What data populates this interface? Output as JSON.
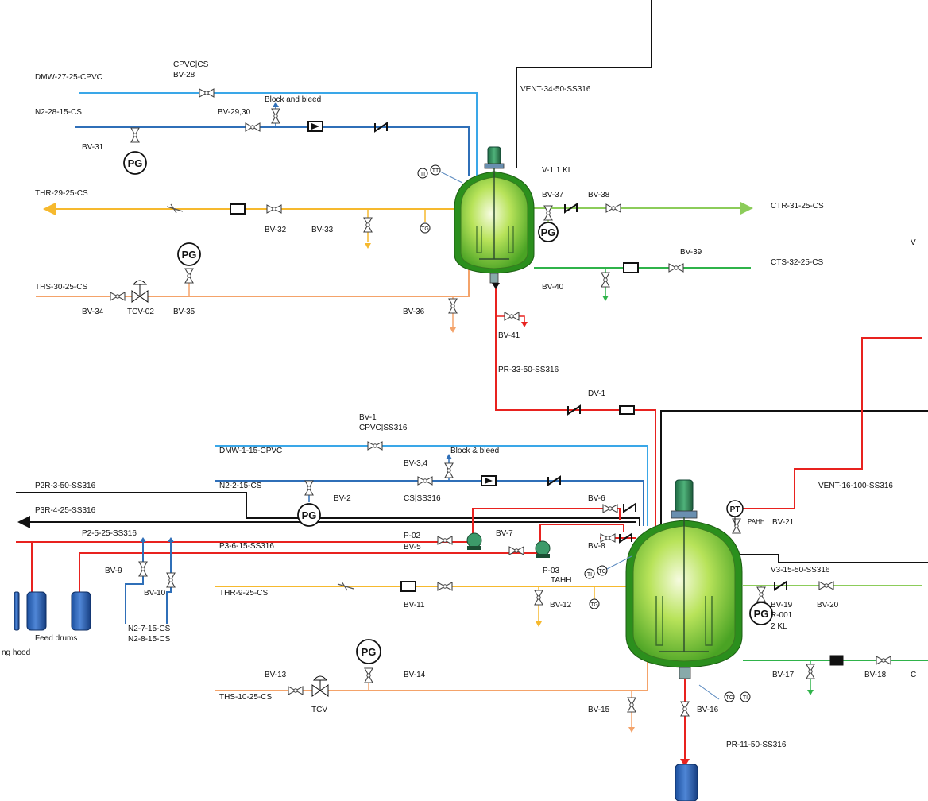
{
  "colors": {
    "dmw": "#3aa7e8",
    "n2": "#2f6fb8",
    "thr": "#f6b92e",
    "ths": "#f4a36a",
    "ctr": "#8ccc5a",
    "cts": "#2fb34a",
    "process": "#e8221f",
    "vent": "#111111"
  },
  "labels": {
    "dmw27": "DMW-27-25-CPVC",
    "cpvc_cs": "CPVC|CS",
    "bv28": "BV-28",
    "block_and_bleed": "Block and bleed",
    "n228": "N2-28-15-CS",
    "bv2930": "BV-29,30",
    "bv31": "BV-31",
    "vent34": "VENT-34-50-SS316",
    "v1": "V-1 1 KL",
    "thr29": "THR-29-25-CS",
    "bv32": "BV-32",
    "bv33": "BV-33",
    "bv37": "BV-37",
    "bv38": "BV-38",
    "ctr31": "CTR-31-25-CS",
    "bv39": "BV-39",
    "cts32": "CTS-32-25-CS",
    "ths30": "THS-30-25-CS",
    "bv34": "BV-34",
    "tcv02": "TCV-02",
    "bv35": "BV-35",
    "bv36": "BV-36",
    "bv40": "BV-40",
    "bv41": "BV-41",
    "pr33": "PR-33-50-SS316",
    "dv1": "DV-1",
    "bv1": "BV-1",
    "cpvc_ss316": "CPVC|SS316",
    "dmw1": "DMW-1-15-CPVC",
    "block_bleed": "Block & bleed",
    "bv34b": "BV-3,4",
    "p2r": "P2R-3-50-SS316",
    "n22": "N2-2-15-CS",
    "bv2": "BV-2",
    "cs_ss316": "CS|SS316",
    "bv6": "BV-6",
    "p3r": "P3R-4-25-SS316",
    "p2": "P2-5-25-SS316",
    "p02": "P-02",
    "bv5": "BV-5",
    "bv7": "BV-7",
    "bv8": "BV-8",
    "p3": "P3-6-15-SS316",
    "p03": "P-03",
    "tahh": "TAHH",
    "bv9": "BV-9",
    "bv10": "BV-10",
    "n27": "N2-7-15-CS",
    "n28": "N2-8-15-CS",
    "feed_drums": "Feed drums",
    "hood": "ng hood",
    "thr9": "THR-9-25-CS",
    "bv11": "BV-11",
    "bv12": "BV-12",
    "vent16": "VENT-16-100-SS316",
    "pahh": "PAHH",
    "bv21": "BV-21",
    "v3": "V3-15-50-SS316",
    "bv19": "BV-19",
    "r001": "R-001",
    "r001b": "2 KL",
    "bv20": "BV-20",
    "bv13": "BV-13",
    "bv14": "BV-14",
    "ths10": "THS-10-25-CS",
    "tcv": "TCV",
    "bv15": "BV-15",
    "bv16": "BV-16",
    "bv17": "BV-17",
    "bv18": "BV-18",
    "edge_c": "C",
    "edge_v": "V",
    "pr11": "PR-11-50-SS316"
  },
  "instruments": {
    "pg": "PG",
    "pt": "PT",
    "ti": "TI",
    "tt": "TT",
    "tg": "TG",
    "tc": "TC"
  }
}
